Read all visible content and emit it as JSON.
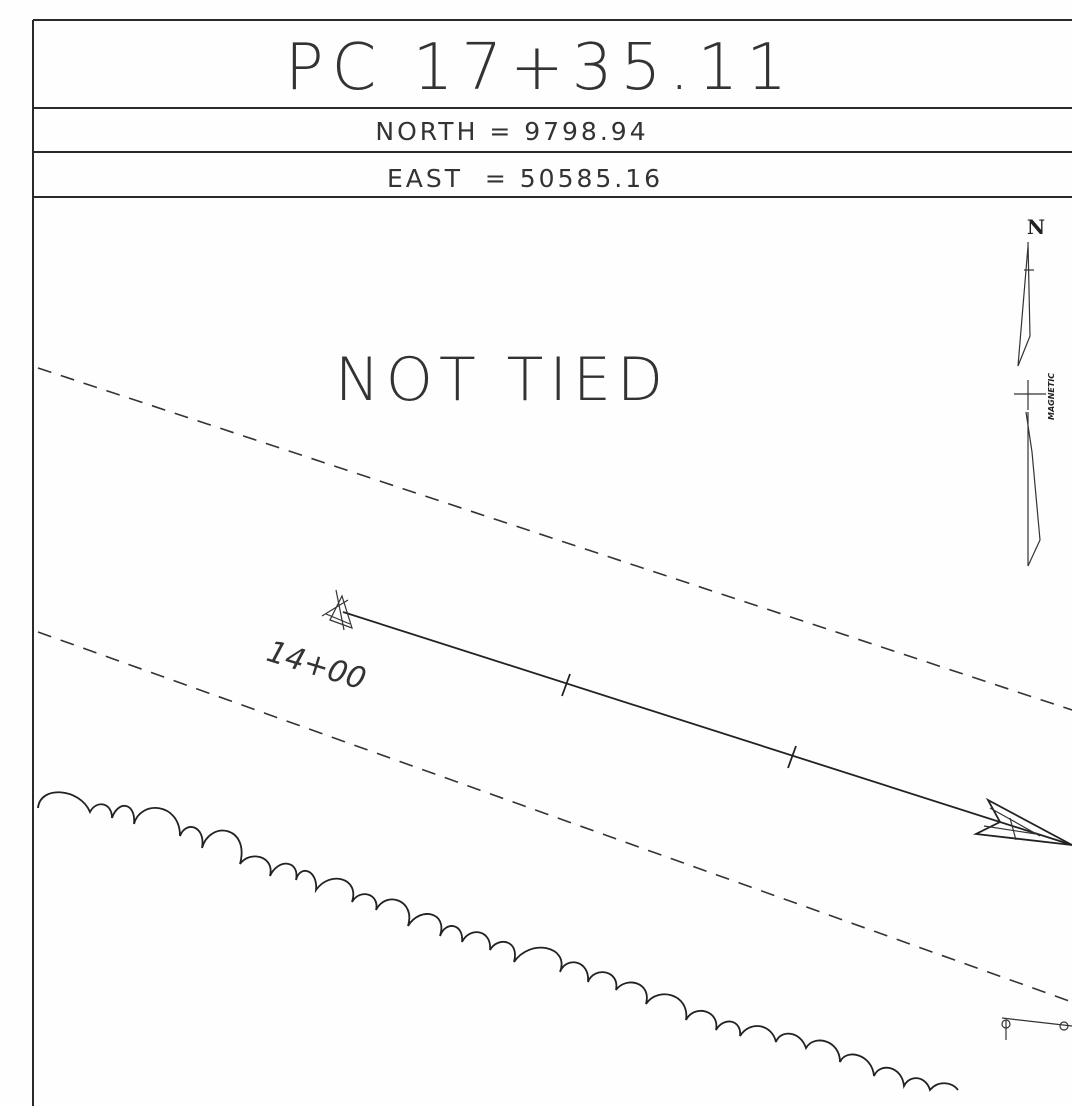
{
  "header": {
    "title": "PC 17+35.11",
    "north": "NORTH = 9798.94",
    "east": "EAST  = 50585.16"
  },
  "plan": {
    "note": "NOT TIED",
    "station": "14+00"
  },
  "north_arrow": {
    "label": "N",
    "magnetic_label": "MAGNETIC"
  }
}
